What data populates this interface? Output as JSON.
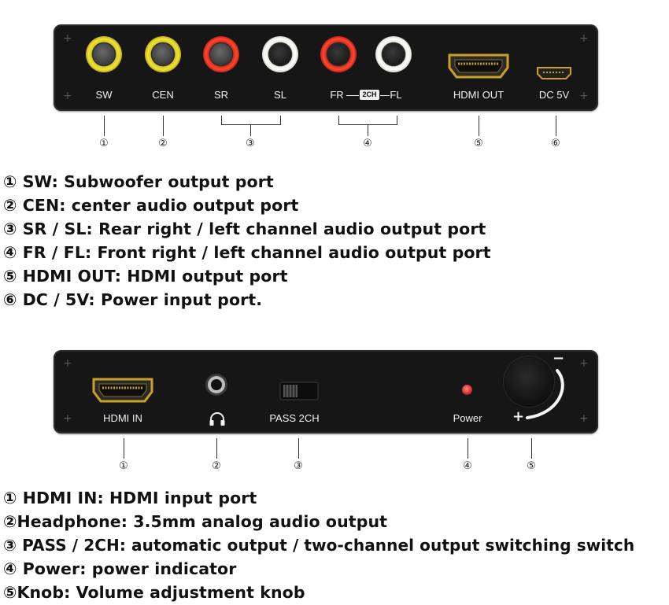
{
  "top_panel": {
    "ports": [
      {
        "label": "SW",
        "number": "①"
      },
      {
        "label": "CEN",
        "number": "②"
      },
      {
        "label": "SR",
        "number": ""
      },
      {
        "label": "SL",
        "number": "③"
      },
      {
        "label": "FR",
        "number": ""
      },
      {
        "label": "FL",
        "number": "④"
      },
      {
        "label": "HDMI OUT",
        "number": "⑤"
      },
      {
        "label": "DC  5V",
        "number": "⑥"
      }
    ],
    "badge_2ch": "2CH"
  },
  "top_descriptions": [
    "① SW: Subwoofer output port",
    "② CEN: center audio output port",
    "③ SR / SL: Rear right / left channel audio output port",
    "④ FR / FL: Front right / left channel audio output port",
    "⑤ HDMI OUT: HDMI output port",
    "⑥ DC / 5V: Power input port."
  ],
  "bottom_panel": {
    "hdmi_in_label": "HDMI IN",
    "switch_label": "PASS  2CH",
    "power_label": "Power",
    "knob_plus": "+",
    "knob_minus": "−",
    "numbers": [
      "①",
      "②",
      "③",
      "④",
      "⑤"
    ]
  },
  "bottom_descriptions": [
    "① HDMI IN: HDMI input port",
    "②Headphone: 3.5mm analog audio output",
    "③ PASS / 2CH: automatic output / two-channel output switching switch",
    "④ Power: power indicator",
    "⑤Knob: Volume adjustment knob"
  ],
  "colors": {
    "panel": "#161616",
    "rca_yellow": "#f0e23a",
    "rca_red": "#ff4a30",
    "rca_white": "#ffffff",
    "power_led": "#d93030"
  }
}
